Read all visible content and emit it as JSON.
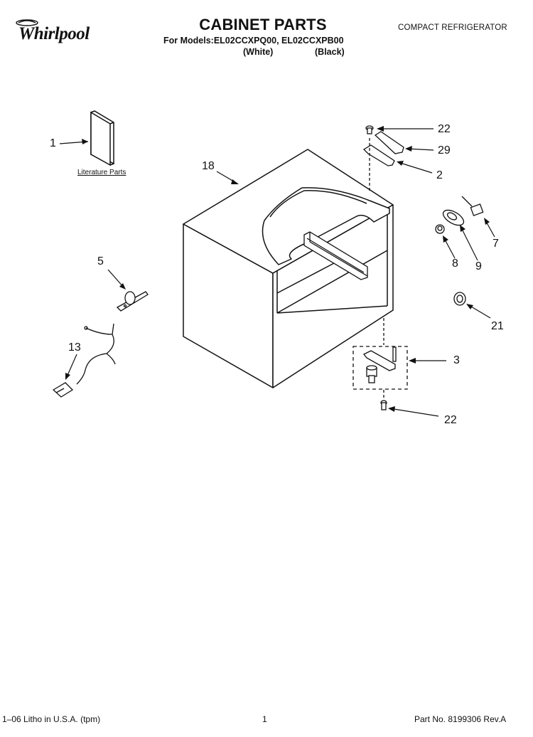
{
  "header": {
    "brand": "Whirlpool",
    "title": "CABINET PARTS",
    "models_line": "For Models:EL02CCXPQ00, EL02CCXPB00",
    "variant_white": "(White)",
    "variant_black": "(Black)",
    "category": "COMPACT REFRIGERATOR"
  },
  "diagram": {
    "literature_label": "Literature Parts",
    "callouts": {
      "c1": "1",
      "c18": "18",
      "c22_top": "22",
      "c29": "29",
      "c2": "2",
      "c7": "7",
      "c8": "8",
      "c9": "9",
      "c5": "5",
      "c21": "21",
      "c13": "13",
      "c3": "3",
      "c22_bottom": "22"
    }
  },
  "footer": {
    "litho": "1–06 Litho in U.S.A. (tpm)",
    "page": "1",
    "part_no": "Part No. 8199306 Rev.A"
  }
}
